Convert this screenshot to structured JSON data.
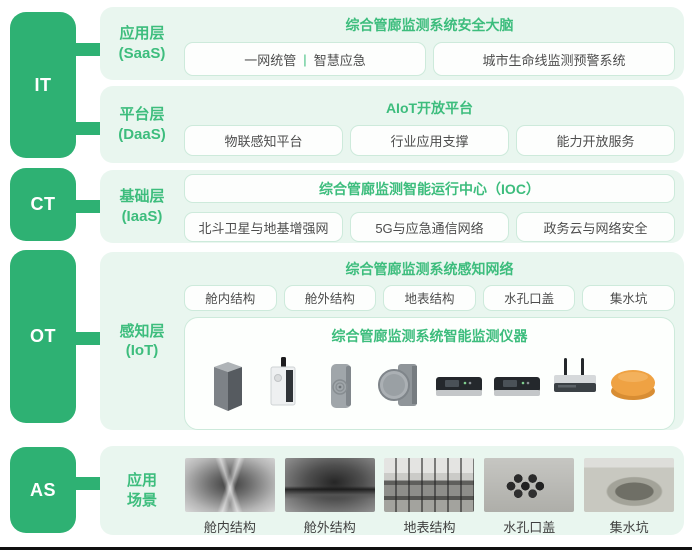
{
  "colors": {
    "bar_green": "#2eb173",
    "panel_bg": "#e9f6ef",
    "accent_green": "#3dbd7d",
    "box_border": "#cdeadb",
    "box_text": "#4d4d4d",
    "footer_line": "#101010"
  },
  "bars": [
    {
      "label": "IT"
    },
    {
      "label": "CT"
    },
    {
      "label": "OT"
    },
    {
      "label": "AS"
    }
  ],
  "rows": [
    {
      "layer": {
        "name": "应用层",
        "sub": "(SaaS)"
      },
      "title": "综合管廊监测系统安全大脑",
      "boxes": [
        {
          "label_a": "一网统管",
          "divider": "|",
          "label_b": "智慧应急"
        },
        {
          "label": "城市生命线监测预警系统"
        }
      ]
    },
    {
      "layer": {
        "name": "平台层",
        "sub": "(DaaS)"
      },
      "title": "AIoT开放平台",
      "boxes": [
        {
          "label": "物联感知平台"
        },
        {
          "label": "行业应用支撑"
        },
        {
          "label": "能力开放服务"
        }
      ]
    },
    {
      "layer": {
        "name": "基础层",
        "sub": "(IaaS)"
      },
      "title": "综合管廊监测智能运行中心（IOC）",
      "boxes": [
        {
          "label": "北斗卫星与地基增强网"
        },
        {
          "label": "5G与应急通信网络"
        },
        {
          "label": "政务云与网络安全"
        }
      ]
    },
    {
      "layer": {
        "name": "感知层",
        "sub": "(IoT)"
      },
      "title": "综合管廊监测系统感知网络",
      "chips": [
        "舱内结构",
        "舱外结构",
        "地表结构",
        "水孔口盖",
        "集水坑"
      ],
      "inner_title": "综合管廊监测系统智能监测仪器",
      "devices": [
        "pillar-sensor",
        "antenna-tilt-sensor",
        "round-face-sensor",
        "disc-displacement-sensor",
        "logger-box",
        "logger-box",
        "gateway-router",
        "orange-gnss-beacon"
      ]
    },
    {
      "layer": {
        "name": "应用",
        "sub": "场景"
      },
      "scenes": [
        {
          "caption": "舱内结构"
        },
        {
          "caption": "舱外结构"
        },
        {
          "caption": "地表结构"
        },
        {
          "caption": "水孔口盖"
        },
        {
          "caption": "集水坑"
        }
      ]
    }
  ]
}
